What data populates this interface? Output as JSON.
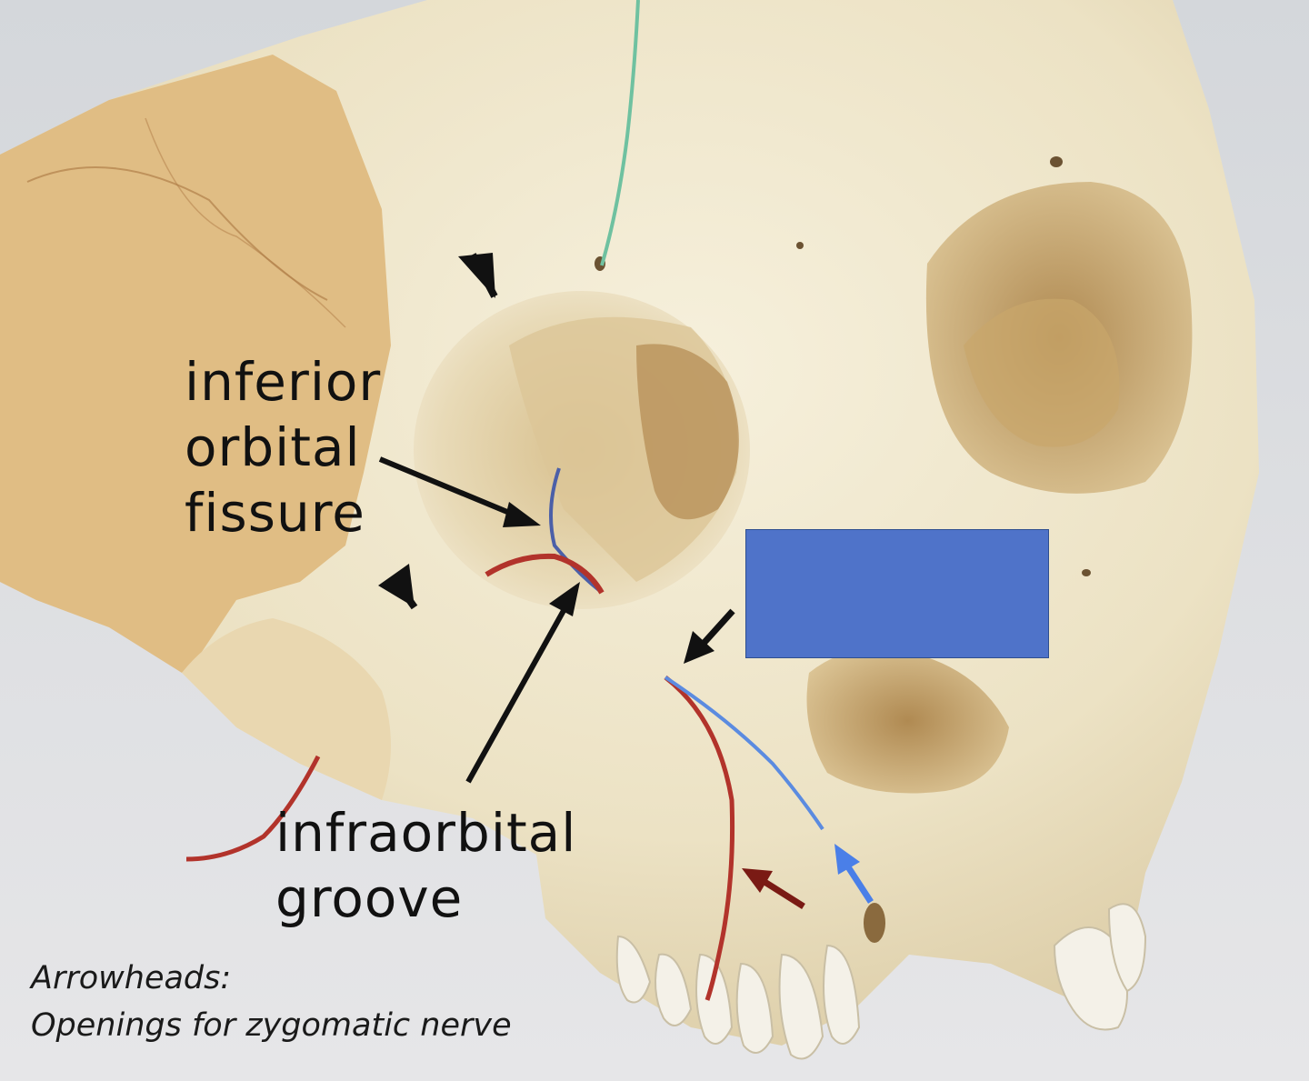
{
  "labels": {
    "inferior_orbital_fissure": [
      "inferior",
      "orbital",
      "fissure"
    ],
    "infraorbital_groove": [
      "infraorbital",
      "groove"
    ]
  },
  "caption": {
    "line1": "Arrowheads:",
    "line2": "Openings for zygomatic nerve"
  },
  "colors": {
    "background": "#cfd2d6",
    "bone": "#efe7cf",
    "bone_shadow": "#d9c69b",
    "temporal_bone": "#e2bf85",
    "mask_box": "#4f73c9",
    "artery": "#b2332b",
    "nerve": "#5b8be0",
    "green_wire": "#6fc1a0",
    "arrow": "#111111"
  },
  "icons": [
    "arrowhead-icon",
    "label-arrow-icon",
    "artery-arrow-icon",
    "nerve-arrow-icon"
  ]
}
